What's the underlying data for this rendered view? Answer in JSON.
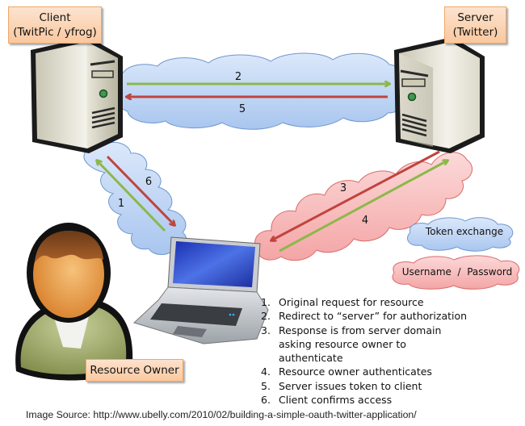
{
  "labels": {
    "client_line1": "Client",
    "client_line2": "(TwitPic / yfrog)",
    "server_line1": "Server",
    "server_line2": "(Twitter)",
    "resource_owner": "Resource Owner"
  },
  "arrows": [
    {
      "num": "1",
      "from": "resource-owner-laptop",
      "to": "client",
      "color": "green",
      "channel": "token"
    },
    {
      "num": "2",
      "from": "client",
      "to": "server",
      "color": "green",
      "channel": "token"
    },
    {
      "num": "3",
      "from": "server",
      "to": "resource-owner-laptop",
      "color": "red",
      "channel": "credentials"
    },
    {
      "num": "4",
      "from": "resource-owner-laptop",
      "to": "server",
      "color": "green",
      "channel": "credentials"
    },
    {
      "num": "5",
      "from": "server",
      "to": "client",
      "color": "red",
      "channel": "token"
    },
    {
      "num": "6",
      "from": "client",
      "to": "resource-owner-laptop",
      "color": "red",
      "channel": "token"
    }
  ],
  "legend": {
    "token_exchange": "Token exchange",
    "username_password": "Username  /  Password"
  },
  "steps": [
    {
      "n": "1.",
      "text": "Original request for resource"
    },
    {
      "n": "2.",
      "text": "Redirect to “server” for authorization"
    },
    {
      "n": "3.",
      "text": "Response is from server domain asking resource owner to authenticate"
    },
    {
      "n": "4.",
      "text": "Resource owner authenticates"
    },
    {
      "n": "5.",
      "text": "Server issues token to client"
    },
    {
      "n": "6.",
      "text": "Client confirms access"
    }
  ],
  "source": "Image Source: http://www.ubelly.com/2010/02/building-a-simple-oauth-twitter-application/",
  "colors": {
    "blue_cloud": "#b9d3f3",
    "blue_cloud_stroke": "#6f97cf",
    "red_cloud": "#f7b3b3",
    "red_cloud_stroke": "#d96b6b",
    "green_arrow": "#8cb84a",
    "red_arrow": "#c0443f",
    "label_fill": "#fbd4b3",
    "label_stroke": "#f0a868"
  }
}
